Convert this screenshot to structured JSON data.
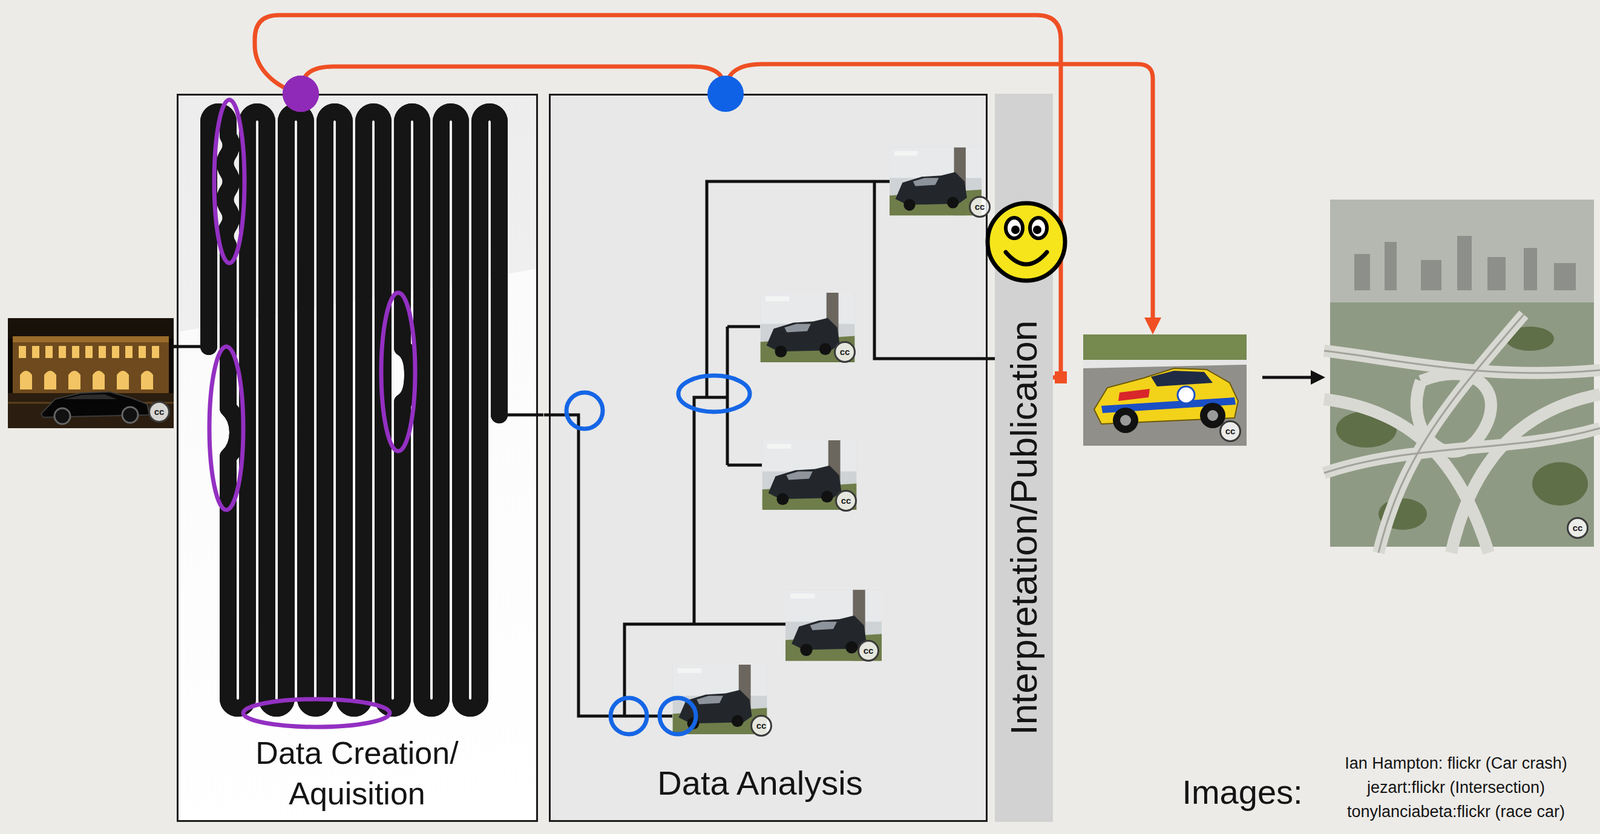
{
  "diagram": {
    "nodes": [
      {
        "text": [
          "Data Creation/ Aquisition"
        ]
      },
      {
        "text": [
          "Data Analysis"
        ]
      },
      {
        "text": [
          "Interpretation/Publication"
        ]
      }
    ],
    "edges": [
      {
        "from": 0,
        "to": 2,
        "arrow": "none"
      },
      {
        "from": 0,
        "to": 1,
        "arrow": "none"
      }
    ],
    "labels": [
      "cc",
      "cc",
      "cc",
      "cc",
      "cc",
      "cc",
      "cc",
      "cc",
      "Images:",
      "Ian Hampton: flickr (Car crash)",
      "jezart:flickr (Intersection)",
      "tonylanciabeta:flickr (race car)"
    ]
  }
}
